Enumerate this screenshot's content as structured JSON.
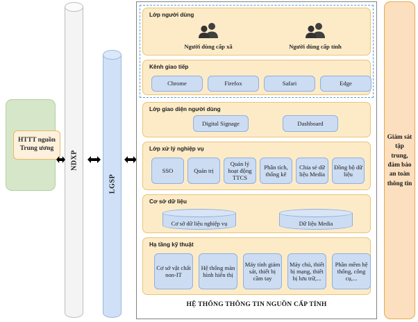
{
  "central": {
    "label": "HTTT nguồn\nTrung ương"
  },
  "pipes": [
    {
      "name": "ndxp",
      "label": "NDXP"
    },
    {
      "name": "lgsp",
      "label": "LGSP"
    }
  ],
  "arrows": {
    "icon": "double-headed-arrow",
    "count": 3
  },
  "main": {
    "system_title": "HỆ THỐNG THÔNG TIN NGUỒN CẤP TỈNH",
    "layers": [
      {
        "key": "user",
        "title": "Lớp người dùng",
        "personas": [
          {
            "icon": "users-group-icon",
            "label": "Người dùng cấp xã"
          },
          {
            "icon": "users-group-icon",
            "label": "Người dùng cấp tỉnh"
          }
        ]
      },
      {
        "key": "channel",
        "title": "Kênh giao tiếp",
        "items": [
          "Chrome",
          "Firefox",
          "Safari",
          "Edge"
        ]
      },
      {
        "key": "ui",
        "title": "Lớp giao diện người dùng",
        "items": [
          "Digital Signage",
          "Dashboard"
        ]
      },
      {
        "key": "business",
        "title": "Lớp xử lý nghiệp vụ",
        "items": [
          "SSO",
          "Quản trị",
          "Quản lý hoạt động TTCS",
          "Phân tích, thống kê",
          "Chia sẻ dữ liệu Media",
          "Đồng bộ dữ liệu"
        ]
      },
      {
        "key": "database",
        "title": "Cơ sở dữ liệu",
        "items": [
          "Cơ sở dữ liệu nghiệp vụ",
          "Dữ liệu Media"
        ]
      },
      {
        "key": "infrastructure",
        "title": "Hạ tầng kỹ thuật",
        "items": [
          "Cơ sở vật chất non-IT",
          "Hệ thống màn hình hiển thị",
          "Máy tính giám sát, thiết bị cầm tay",
          "Máy chủ, thiết bị mạng, thiết bị lưu trữ,...",
          "Phần mềm hệ thống, công cụ,..."
        ]
      }
    ]
  },
  "right_panel": {
    "label": "Giám sát tập trung, đảm bảo an toàn thông tin"
  },
  "colors": {
    "central_box": "#d6e6c8",
    "central_inner": "#fdf0dc",
    "layer_bg": "#fdebc8",
    "layer_border": "#e8c37a",
    "pill_bg": "#ccdcf2",
    "pill_border": "#8fb0dc",
    "lgsp_pipe": "#cfe0f7",
    "ndxp_pipe": "#f4f4f4",
    "right_panel": "#fbdfbe",
    "dashed_border": "#5b9bd5"
  }
}
